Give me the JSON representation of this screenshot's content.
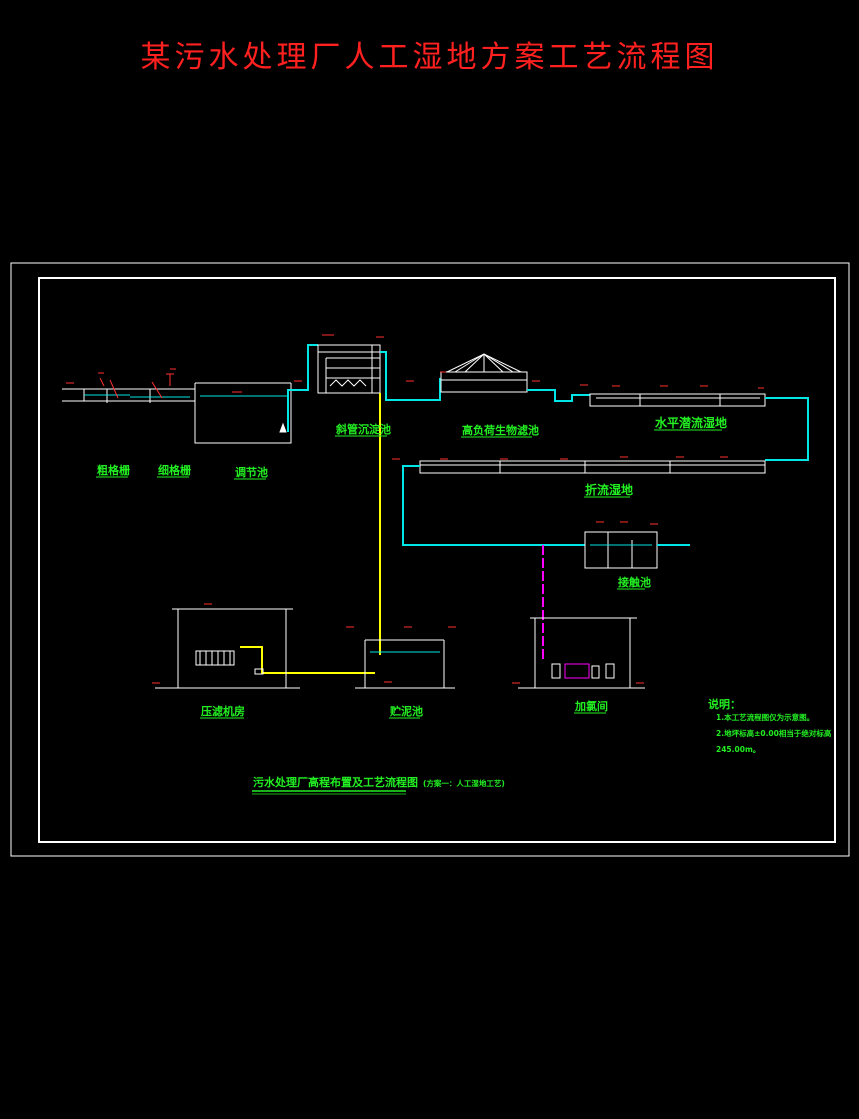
{
  "title": "某污水处理厂人工湿地方案工艺流程图",
  "colors": {
    "background": "#000000",
    "title": "#ff2020",
    "frame": "#ffffff",
    "label": "#22ee22",
    "water_line": "#00e5e5",
    "sludge_line": "#ffff00",
    "dosing_line": "#ff00ff",
    "elevation_mark": "#ff3030"
  },
  "units": {
    "coarse_screen": "粗格栅",
    "fine_screen": "细格栅",
    "equalization_tank": "调节池",
    "inclined_tube_settler": "斜管沉淀池",
    "biofilter": "高负荷生物滤池",
    "horizontal_wetland": "水平潜流湿地",
    "baffled_wetland": "折流湿地",
    "disinfection_tank": "接触池",
    "filter_press_room": "压滤机房",
    "sludge_tank": "贮泥池",
    "dosing_room": "加氯间"
  },
  "drawing_caption": "污水处理厂高程布置及工艺流程图",
  "scheme_note": "(方案一：人工湿地工艺)",
  "notes": {
    "heading": "说明：",
    "lines": [
      "1.本工艺流程图仅为示意图。",
      "2.地坪标高±0.00相当于绝对标高",
      "245.00m。"
    ]
  }
}
